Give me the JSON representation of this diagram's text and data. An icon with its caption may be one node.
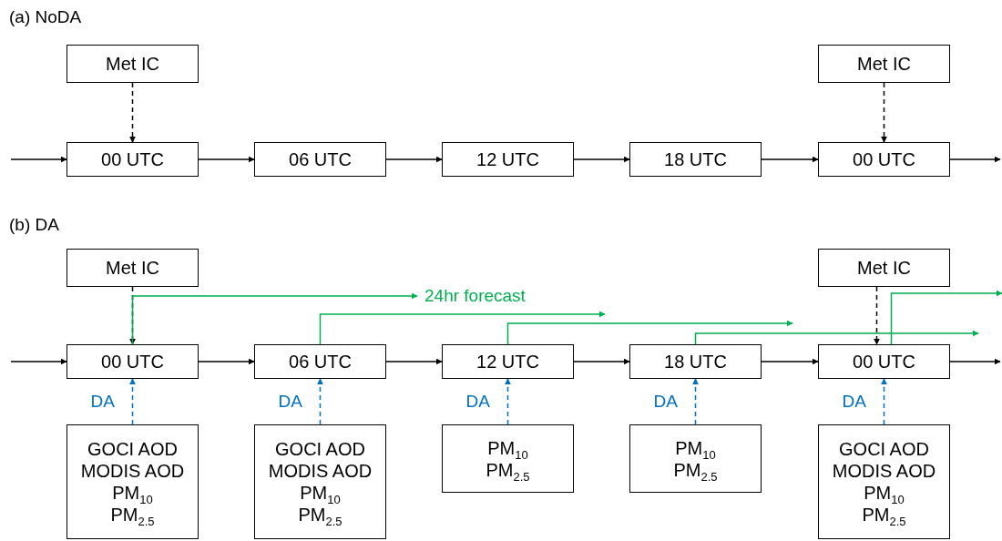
{
  "diagram": {
    "nodes": [
      {
        "text": [
          "Met IC"
        ]
      },
      {
        "text": [
          "Met IC"
        ]
      },
      {
        "text": [
          "00 UTC"
        ]
      },
      {
        "text": [
          "06 UTC"
        ]
      },
      {
        "text": [
          "12 UTC"
        ]
      },
      {
        "text": [
          "18 UTC"
        ]
      },
      {
        "text": [
          "00 UTC"
        ]
      },
      {
        "text": [
          "Met IC"
        ]
      },
      {
        "text": [
          "Met IC"
        ]
      },
      {
        "text": [
          "00 UTC"
        ]
      },
      {
        "text": [
          "06 UTC"
        ]
      },
      {
        "text": [
          "12 UTC"
        ]
      },
      {
        "text": [
          "18 UTC"
        ]
      },
      {
        "text": [
          "00 UTC"
        ]
      },
      {
        "text": [
          "GOCI AOD",
          "MODIS AOD",
          "PM$_{10}$",
          "PM$_{2.5}$"
        ]
      },
      {
        "text": [
          "GOCI AOD",
          "MODIS AOD",
          "PM$_{10}$",
          "PM$_{2.5}$"
        ]
      },
      {
        "text": [
          "PM$_{10}$",
          "PM$_{2.5}$"
        ]
      },
      {
        "text": [
          "PM$_{10}$",
          "PM$_{2.5}$"
        ]
      },
      {
        "text": [
          "GOCI AOD",
          "MODIS AOD",
          "PM$_{10}$",
          "PM$_{2.5}$"
        ]
      }
    ],
    "edges": [
      {
        "from": null,
        "to": 2,
        "arrow": "to"
      },
      {
        "from": 2,
        "to": 3,
        "arrow": "to"
      },
      {
        "from": 3,
        "to": 4,
        "arrow": "to"
      },
      {
        "from": 4,
        "to": 5,
        "arrow": "to"
      },
      {
        "from": 5,
        "to": 6,
        "arrow": "to"
      },
      {
        "from": 6,
        "to": null,
        "arrow": "to"
      },
      {
        "from": 0,
        "to": 2,
        "arrow": "to",
        "style": "dashed"
      },
      {
        "from": 1,
        "to": 6,
        "arrow": "to",
        "style": "dashed"
      },
      {
        "from": null,
        "to": 9,
        "arrow": "to"
      },
      {
        "from": 9,
        "to": 10,
        "arrow": "to"
      },
      {
        "from": 10,
        "to": 11,
        "arrow": "to"
      },
      {
        "from": 11,
        "to": 12,
        "arrow": "to"
      },
      {
        "from": 12,
        "to": 13,
        "arrow": "to"
      },
      {
        "from": 13,
        "to": null,
        "arrow": "to"
      },
      {
        "from": 7,
        "to": 9,
        "arrow": "to",
        "style": "dashed"
      },
      {
        "from": 8,
        "to": 13,
        "arrow": "to",
        "style": "dashed"
      },
      {
        "from": 14,
        "to": 9,
        "arrow": "to",
        "label": "DA",
        "style": "dashed",
        "color": "#0070c0"
      },
      {
        "from": 15,
        "to": 10,
        "arrow": "to",
        "label": "DA",
        "style": "dashed",
        "color": "#0070c0"
      },
      {
        "from": 16,
        "to": 11,
        "arrow": "to",
        "label": "DA",
        "style": "dashed",
        "color": "#0070c0"
      },
      {
        "from": 17,
        "to": 12,
        "arrow": "to",
        "label": "DA",
        "style": "dashed",
        "color": "#0070c0"
      },
      {
        "from": 18,
        "to": 13,
        "arrow": "to",
        "label": "DA",
        "style": "dashed",
        "color": "#0070c0"
      },
      {
        "from": 9,
        "to": null,
        "arrow": "to",
        "label": "24hr forecast",
        "color": "#00b050"
      },
      {
        "from": 10,
        "to": null,
        "arrow": "to",
        "color": "#00b050"
      },
      {
        "from": 11,
        "to": null,
        "arrow": "to",
        "color": "#00b050"
      },
      {
        "from": 12,
        "to": null,
        "arrow": "to",
        "color": "#00b050"
      },
      {
        "from": 13,
        "to": null,
        "arrow": "to",
        "color": "#00b050"
      }
    ],
    "labels": [
      "(a) NoDA",
      "(b) DA"
    ]
  }
}
